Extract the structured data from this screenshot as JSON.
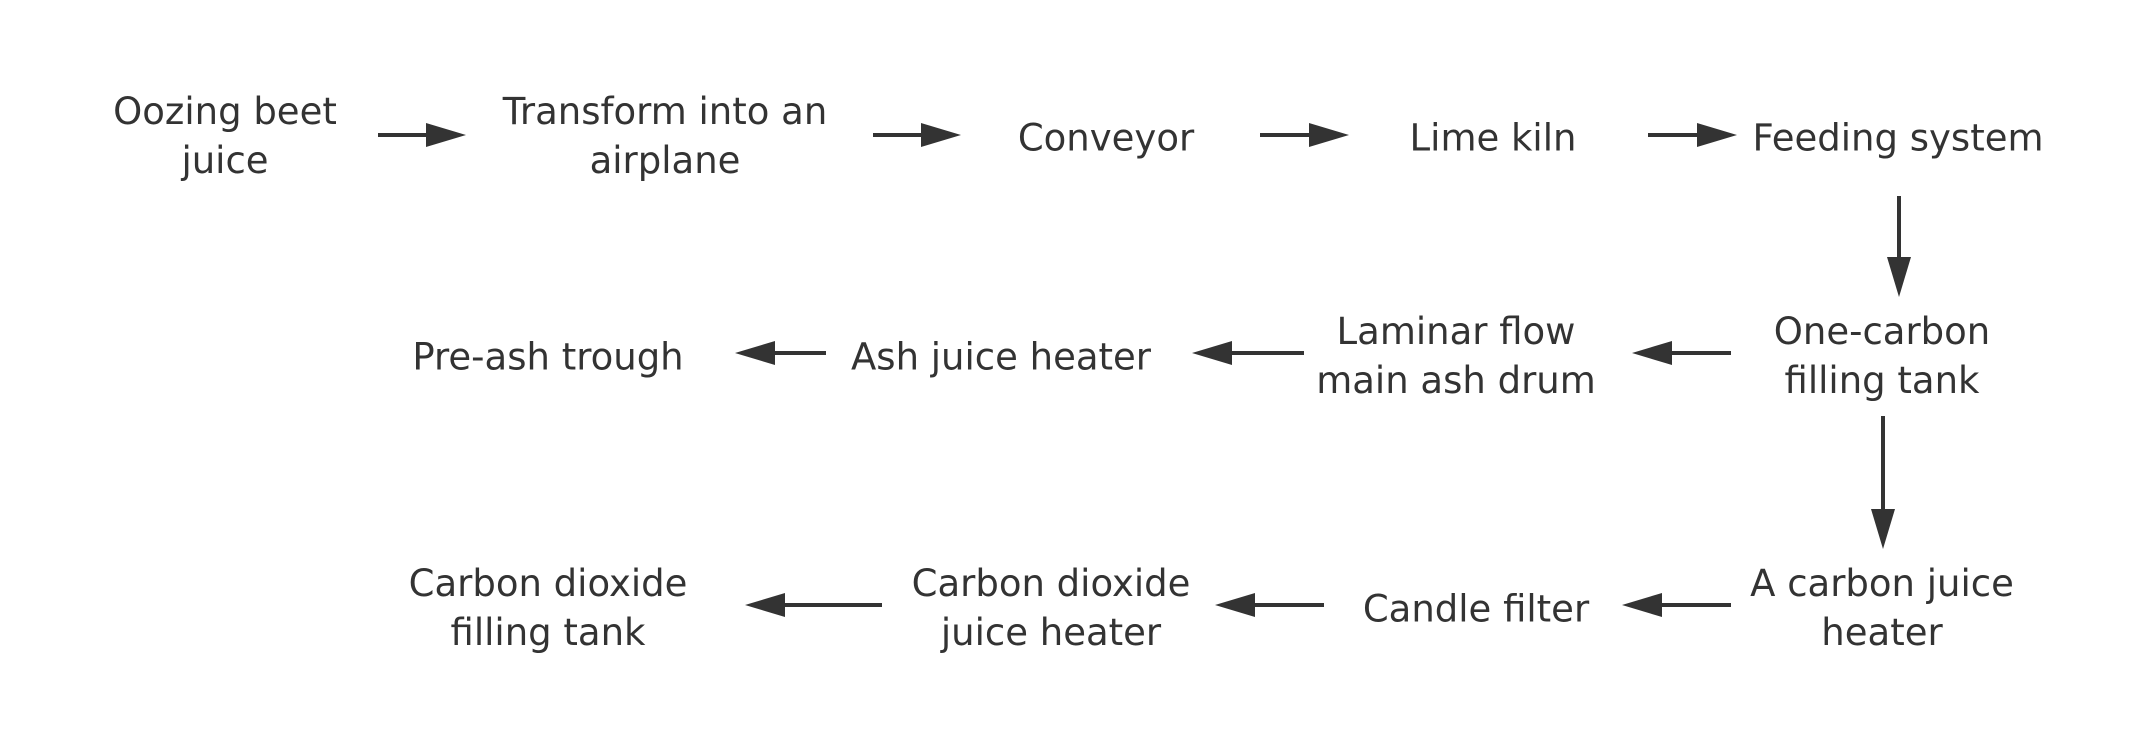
{
  "diagram": {
    "line_color": "#333333",
    "nodes": [
      {
        "id": "oozing-beet-juice",
        "lines": [
          "Oozing beet",
          "juice"
        ]
      },
      {
        "id": "transform-into-airplane",
        "lines": [
          "Transform into an",
          "airplane"
        ]
      },
      {
        "id": "conveyor",
        "lines": [
          "Conveyor"
        ]
      },
      {
        "id": "lime-kiln",
        "lines": [
          "Lime kiln"
        ]
      },
      {
        "id": "feeding-system",
        "lines": [
          "Feeding system"
        ]
      },
      {
        "id": "one-carbon-filling-tank",
        "lines": [
          "One-carbon",
          "filling tank"
        ]
      },
      {
        "id": "laminar-flow-main-ash-drum",
        "lines": [
          "Laminar flow",
          "main ash drum"
        ]
      },
      {
        "id": "ash-juice-heater",
        "lines": [
          "Ash juice heater"
        ]
      },
      {
        "id": "pre-ash-trough",
        "lines": [
          "Pre-ash trough"
        ]
      },
      {
        "id": "a-carbon-juice-heater",
        "lines": [
          "A carbon juice",
          "heater"
        ]
      },
      {
        "id": "candle-filter",
        "lines": [
          "Candle filter"
        ]
      },
      {
        "id": "carbon-dioxide-juice-heater",
        "lines": [
          "Carbon dioxide",
          "juice heater"
        ]
      },
      {
        "id": "carbon-dioxide-filling-tank",
        "lines": [
          "Carbon dioxide",
          "filling tank"
        ]
      }
    ],
    "edges": [
      {
        "from": "oozing-beet-juice",
        "to": "transform-into-airplane"
      },
      {
        "from": "transform-into-airplane",
        "to": "conveyor"
      },
      {
        "from": "conveyor",
        "to": "lime-kiln"
      },
      {
        "from": "lime-kiln",
        "to": "feeding-system"
      },
      {
        "from": "feeding-system",
        "to": "one-carbon-filling-tank"
      },
      {
        "from": "one-carbon-filling-tank",
        "to": "laminar-flow-main-ash-drum"
      },
      {
        "from": "laminar-flow-main-ash-drum",
        "to": "ash-juice-heater"
      },
      {
        "from": "ash-juice-heater",
        "to": "pre-ash-trough"
      },
      {
        "from": "one-carbon-filling-tank",
        "to": "a-carbon-juice-heater"
      },
      {
        "from": "a-carbon-juice-heater",
        "to": "candle-filter"
      },
      {
        "from": "candle-filter",
        "to": "carbon-dioxide-juice-heater"
      },
      {
        "from": "carbon-dioxide-juice-heater",
        "to": "carbon-dioxide-filling-tank"
      }
    ]
  }
}
